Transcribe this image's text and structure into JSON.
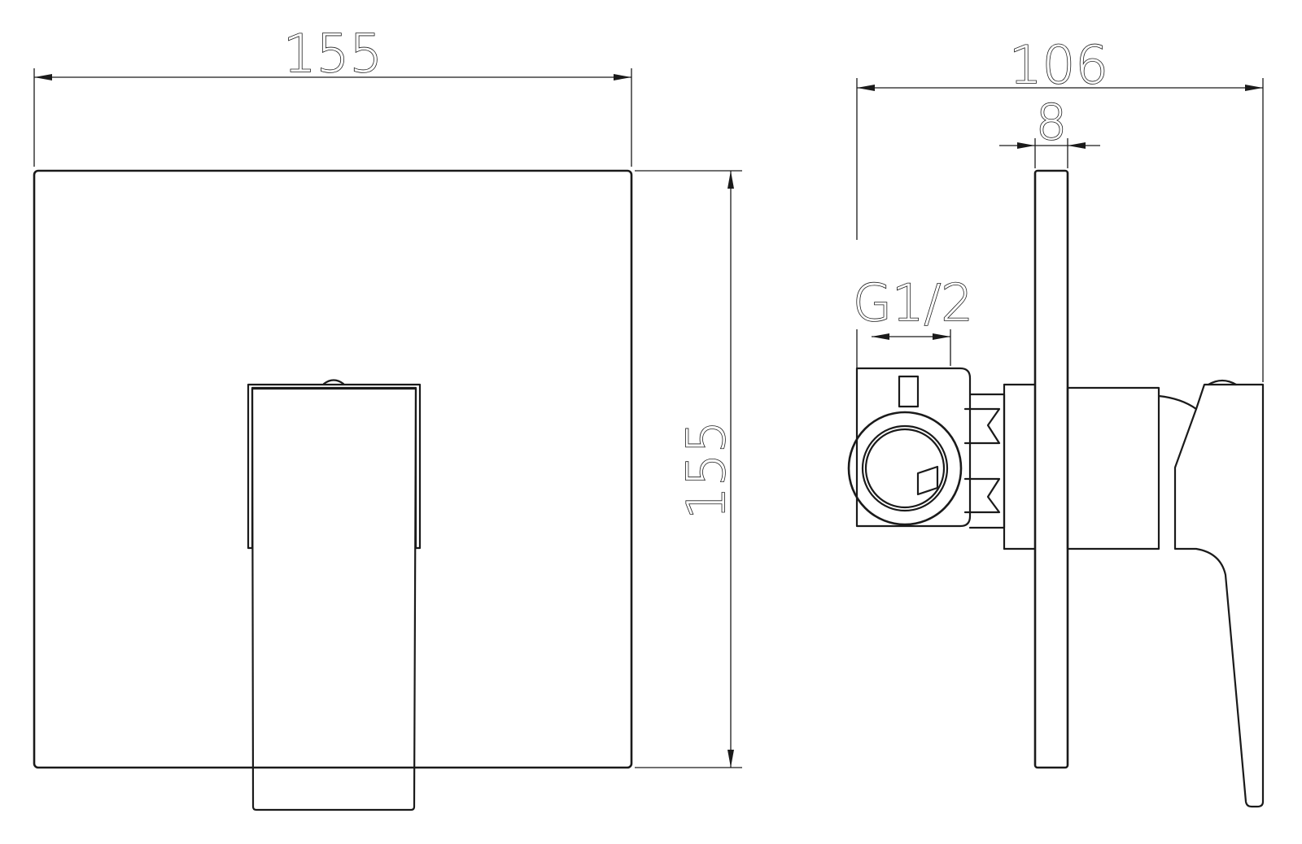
{
  "front_view": {
    "width_label": "155",
    "height_label": "155"
  },
  "side_view": {
    "depth_label": "106",
    "plate_thickness_label": "8",
    "thread_label": "G1/2"
  }
}
